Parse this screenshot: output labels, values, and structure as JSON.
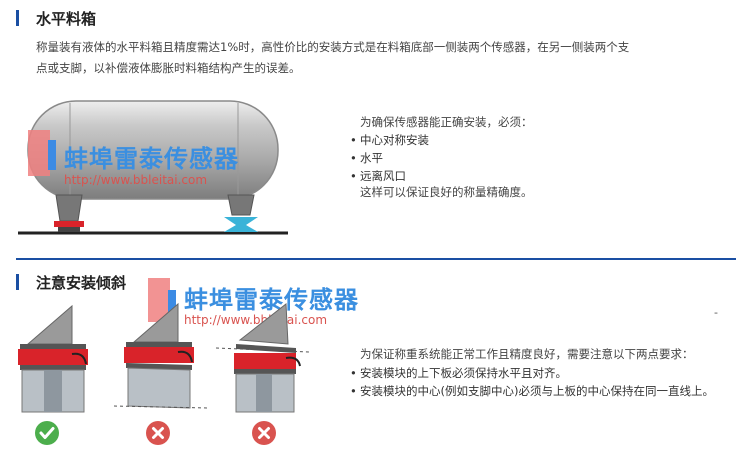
{
  "section1": {
    "title": "水平料箱",
    "desc_line1": "称量装有液体的水平料箱且精度需达1%时，高性价比的安装方式是在料箱底部一侧装两个传感器，在另一侧装两个支",
    "desc_line2": "点或支脚，以补偿液体膨胀时料箱结构产生的误差。",
    "intro": "为确保传感器能正确安装，必须：",
    "bullets": [
      "中心对称安装",
      "水平",
      "远离风口"
    ],
    "note": "这样可以保证良好的称量精确度。"
  },
  "section2": {
    "title": "注意安装倾斜",
    "intro": "为保证称重系统能正常工作且精度良好，需要注意以下两点要求：",
    "bullets": [
      "安装模块的上下板必须保持水平且对齐。",
      "安装模块的中心(例如支脚中心)必须与上板的中心保持在同一直线上。"
    ],
    "dash": "-"
  },
  "watermark": {
    "name": "蚌埠雷泰传感器",
    "url": "http://www.bbleitai.com"
  },
  "colors": {
    "accent": "#1a4fa3",
    "ok": "#4cae4c",
    "bad": "#d9534f",
    "module": "#d9232a"
  },
  "status_icons": [
    "check-icon",
    "cross-icon",
    "cross-icon"
  ]
}
